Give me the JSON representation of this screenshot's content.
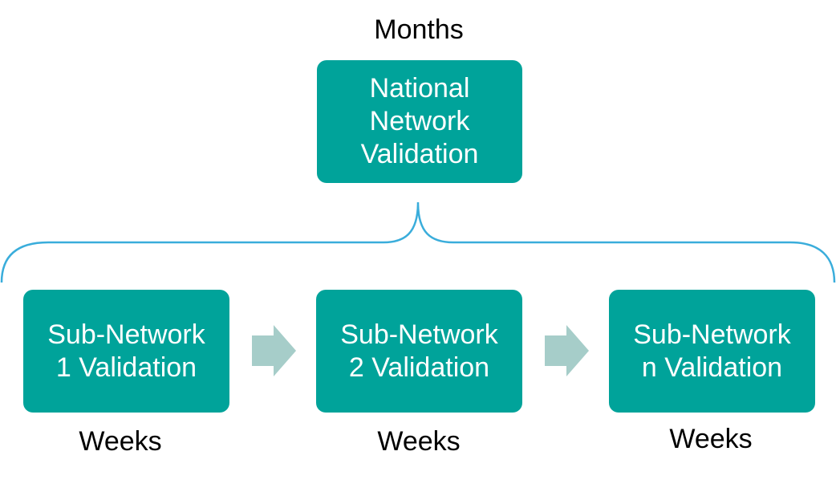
{
  "colors": {
    "box_fill": "#00A39A",
    "box_text": "#FFFFFF",
    "brace": "#3AADDB",
    "arrow": "#A6CDC9",
    "label_text": "#000000"
  },
  "top": {
    "time_label": "Months",
    "box_lines": [
      "National",
      "Network",
      "Validation"
    ]
  },
  "steps": [
    {
      "box_lines": [
        "Sub-Network",
        "1 Validation"
      ],
      "time_label": "Weeks"
    },
    {
      "box_lines": [
        "Sub-Network",
        "2 Validation"
      ],
      "time_label": "Weeks"
    },
    {
      "box_lines": [
        "Sub-Network",
        "n Validation"
      ],
      "time_label": "Weeks"
    }
  ]
}
